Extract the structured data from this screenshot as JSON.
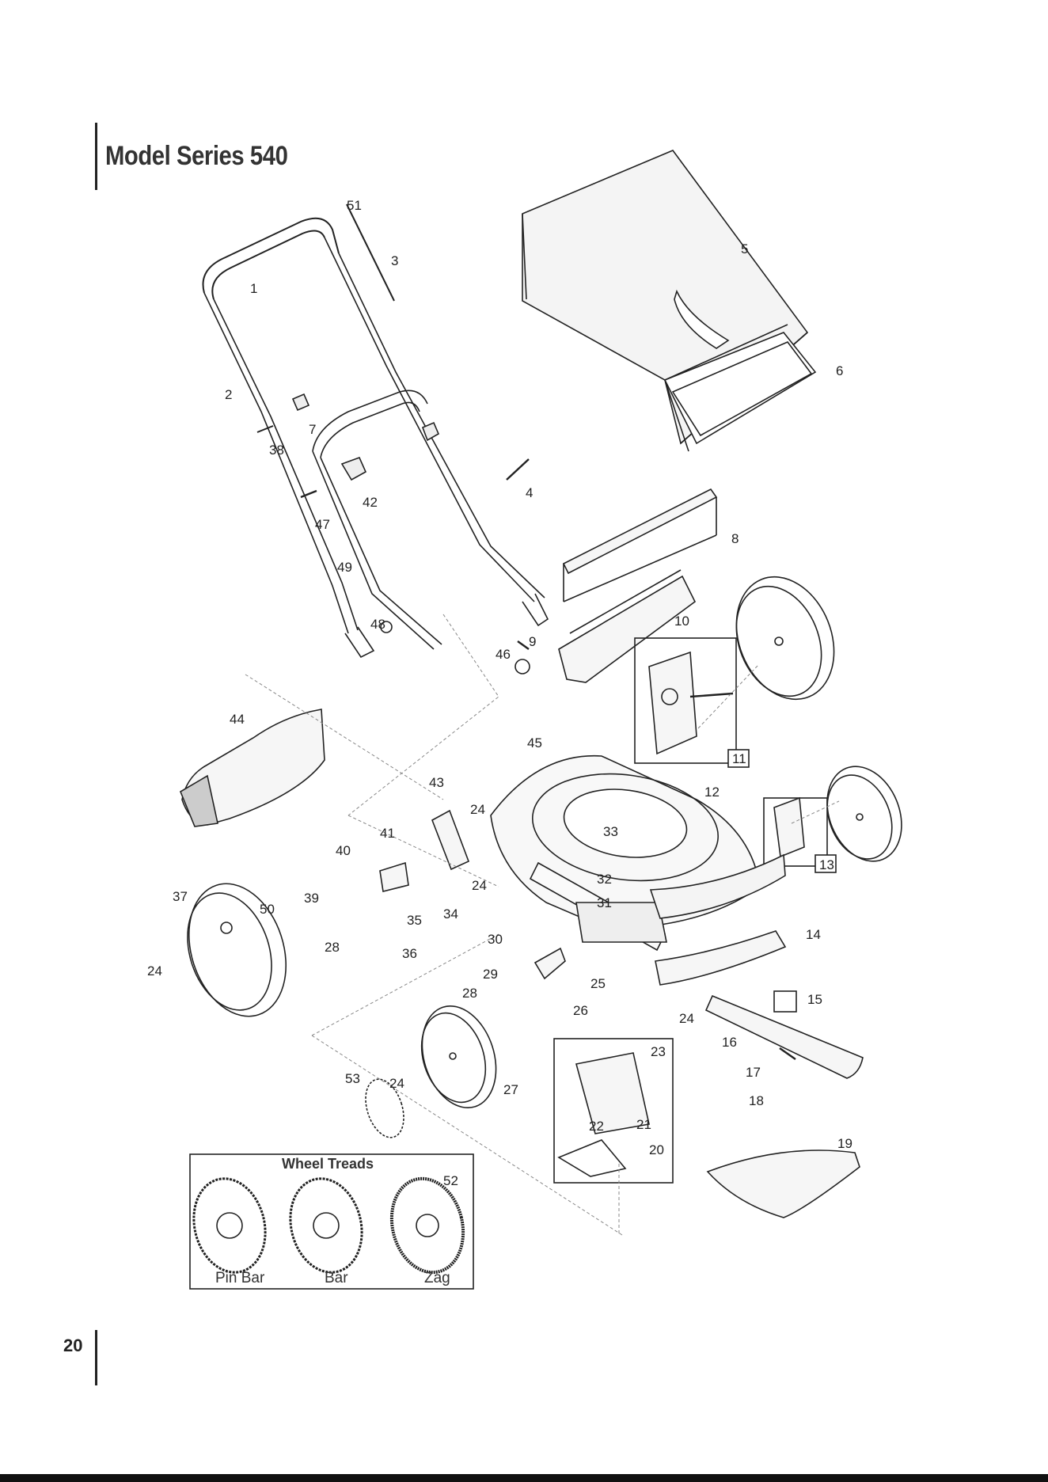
{
  "header": {
    "title": "Model Series 540"
  },
  "footer": {
    "page_number": "20"
  },
  "wheel_treads": {
    "title": "Wheel Treads",
    "pointer": "52",
    "items": [
      "Pin Bar",
      "Bar",
      "Zag"
    ]
  },
  "callouts": [
    "1",
    "2",
    "3",
    "4",
    "5",
    "6",
    "7",
    "8",
    "9",
    "10",
    "11",
    "12",
    "13",
    "14",
    "15",
    "16",
    "17",
    "18",
    "19",
    "20",
    "21",
    "22",
    "23",
    "24",
    "24",
    "24",
    "24",
    "24",
    "25",
    "26",
    "27",
    "28",
    "28",
    "29",
    "30",
    "31",
    "32",
    "33",
    "34",
    "35",
    "36",
    "37",
    "38",
    "39",
    "40",
    "41",
    "42",
    "43",
    "44",
    "45",
    "46",
    "47",
    "48",
    "49",
    "50",
    "51",
    "53"
  ],
  "boxed_callouts": [
    "11",
    "13"
  ],
  "parts_visible": [
    "handle",
    "grass-bag",
    "blade",
    "deck",
    "wheels",
    "discharge-chute",
    "mulch-door"
  ]
}
